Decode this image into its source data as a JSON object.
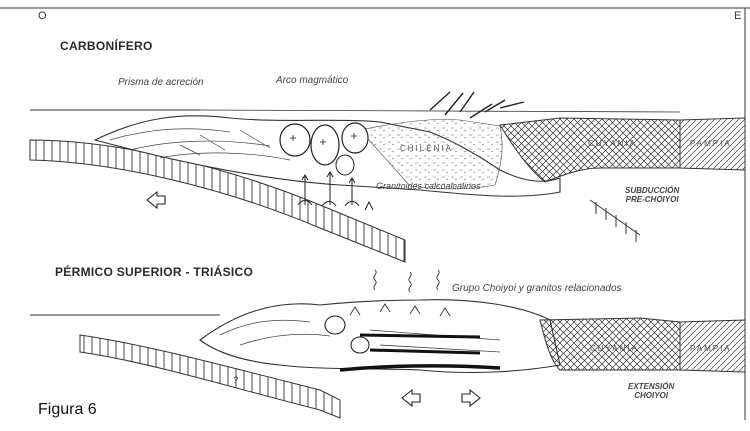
{
  "orientation": {
    "west": "O",
    "east": "E"
  },
  "top_panel": {
    "period": "CARBONÍFERO",
    "labels": {
      "accretion_prism": "Prisma de acreción",
      "magmatic_arc": "Arco magmático",
      "granitoids": "Granitoides calcoalcalinos",
      "chilenia": "CHILENIA",
      "cuyania": "CUYANIA",
      "pampia": "PAMPIA"
    },
    "process": [
      "SUBDUCCIÓN",
      "PRE-CHOIYOI"
    ]
  },
  "bottom_panel": {
    "period": "PÉRMICO SUPERIOR - TRIÁSICO",
    "labels": {
      "choiyoi_group": "Grupo Choiyoi y granitos relacionados",
      "cuyania": "CUYANIA",
      "pampia": "PAMPIA",
      "question": "?"
    },
    "process": [
      "EXTENSIÓN",
      "CHOIYOI"
    ]
  },
  "figure_label": "Figura 6",
  "colors": {
    "line": "#333333",
    "text": "#222222",
    "background": "#ffffff"
  }
}
